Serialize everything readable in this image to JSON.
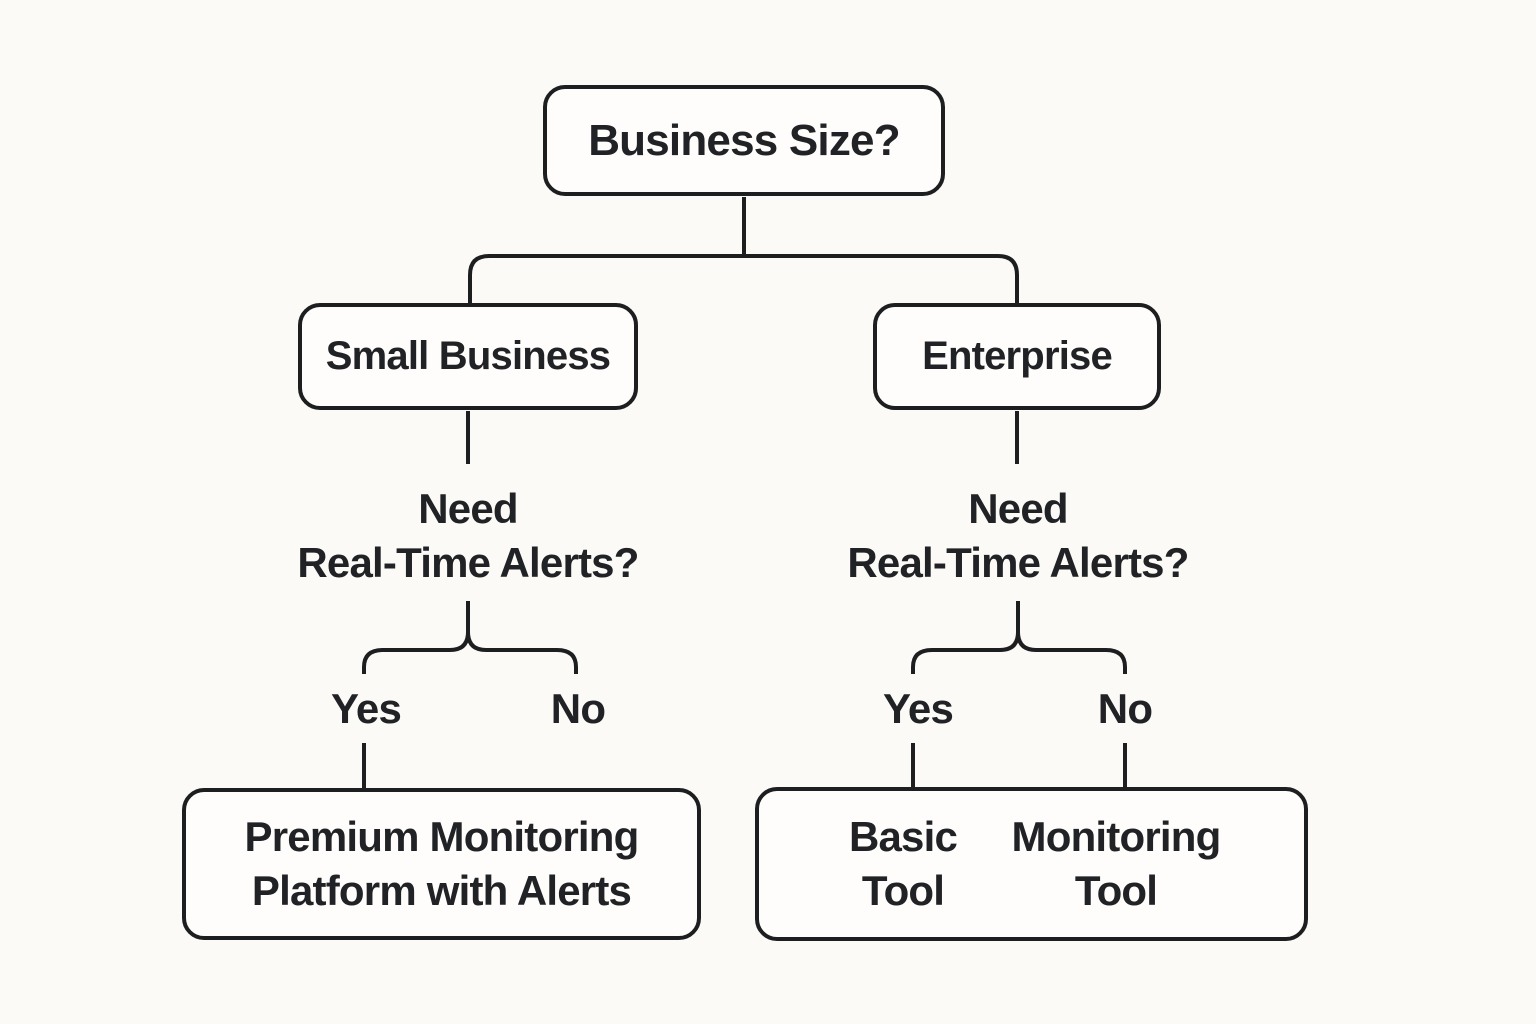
{
  "diagram": {
    "title_node": {
      "label": "Business Size?"
    },
    "branches": [
      {
        "id": "small-business",
        "label": "Small Business",
        "question": "Need\nReal-Time Alerts?",
        "yes_label": "Yes",
        "no_label": "No",
        "yes_outcome": "Premium Monitoring\nPlatform with Alerts",
        "no_outcome": null
      },
      {
        "id": "enterprise",
        "label": "Enterprise",
        "question": "Need\nReal-Time Alerts?",
        "yes_label": "Yes",
        "no_label": "No",
        "yes_outcome": "Basic\nTool",
        "no_outcome": "Monitoring\nTool"
      }
    ],
    "colors": {
      "background": "#fbfaf7",
      "box_fill": "#fefdfb",
      "stroke": "#1d1e20",
      "text": "#212225"
    }
  }
}
